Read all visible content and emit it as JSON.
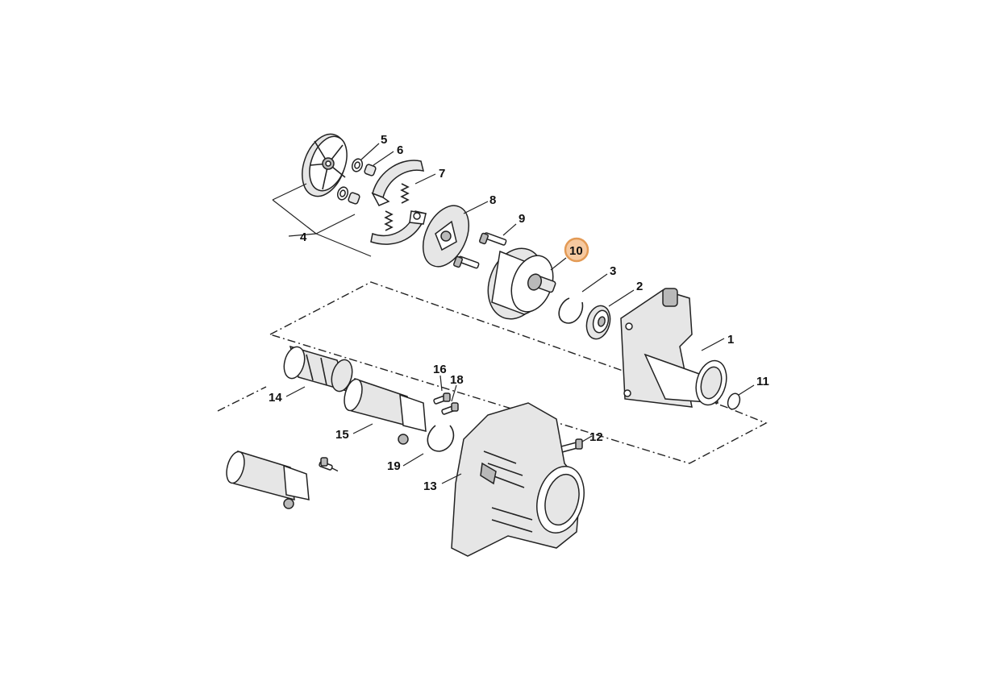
{
  "callouts": {
    "c1": "1",
    "c2": "2",
    "c3": "3",
    "c4": "4",
    "c5": "5",
    "c6": "6",
    "c7": "7",
    "c8": "8",
    "c9": "9",
    "c10": "10",
    "c11": "11",
    "c12": "12",
    "c13": "13",
    "c14": "14",
    "c15": "15",
    "c16": "16",
    "c18": "18",
    "c19": "19"
  },
  "highlighted_part": "10",
  "colors": {
    "highlight_fill": "#f6c9a0",
    "highlight_stroke": "#e39a55",
    "line": "#222222"
  }
}
